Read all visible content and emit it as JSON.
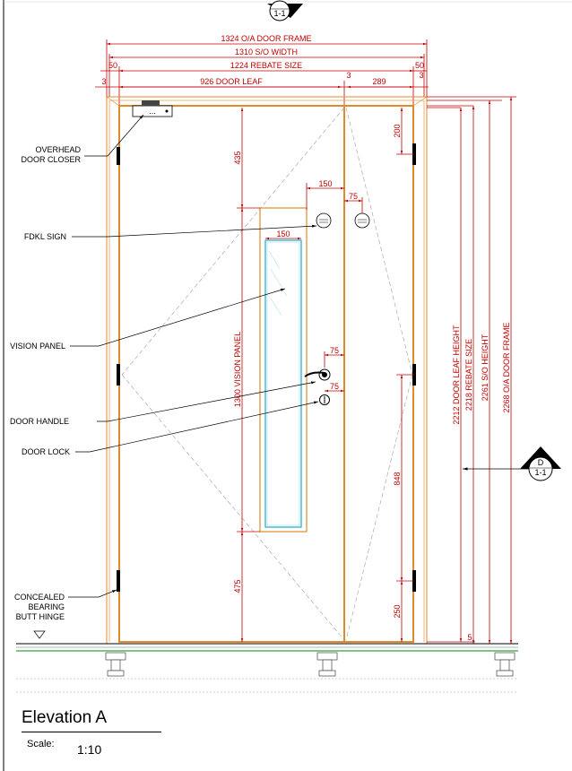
{
  "drawing": {
    "title": "Elevation A",
    "scale_label": "Scale:",
    "scale_value": "1:10",
    "section_marker_top": "1-1",
    "section_marker_right": {
      "letter": "D",
      "ref": "1-1"
    },
    "closer_text": "..."
  },
  "dimensions": {
    "overall_frame_width": "1324 O/A DOOR FRAME",
    "so_width": "1310 S/O WIDTH",
    "rebate_size_width": "1224 REBATE SIZE",
    "frame_left": "50",
    "frame_right": "50",
    "gap_left": "3",
    "door_leaf": "926 DOOR LEAF",
    "gap_mid": "3",
    "leaf_right": "289",
    "gap_right": "3",
    "top_to_sign": "435",
    "vision_panel_height": "1300 VISION PANEL",
    "bottom_to_vision": "475",
    "vision_panel_width": "150",
    "sign_offset": "150",
    "sign_edge": "75",
    "handle_edge": "75",
    "lock_edge": "75",
    "hinge_top": "200",
    "hinge_mid": "848",
    "hinge_bottom": "250",
    "leaf_height": "2212 DOOR LEAF HEIGHT",
    "rebate_height": "2218 REBATE SIZE",
    "so_height": "2261 S/O HEIGHT",
    "frame_height": "2268 O/A DOOR FRAME",
    "floor_gap": "5"
  },
  "labels": {
    "closer": [
      "OVERHEAD",
      "DOOR CLOSER"
    ],
    "sign": "FDKL SIGN",
    "vision": "VISION PANEL",
    "handle": "DOOR HANDLE",
    "lock": "DOOR LOCK",
    "hinge": [
      "CONCEALED",
      "BEARING",
      "BUTT HINGE"
    ]
  }
}
